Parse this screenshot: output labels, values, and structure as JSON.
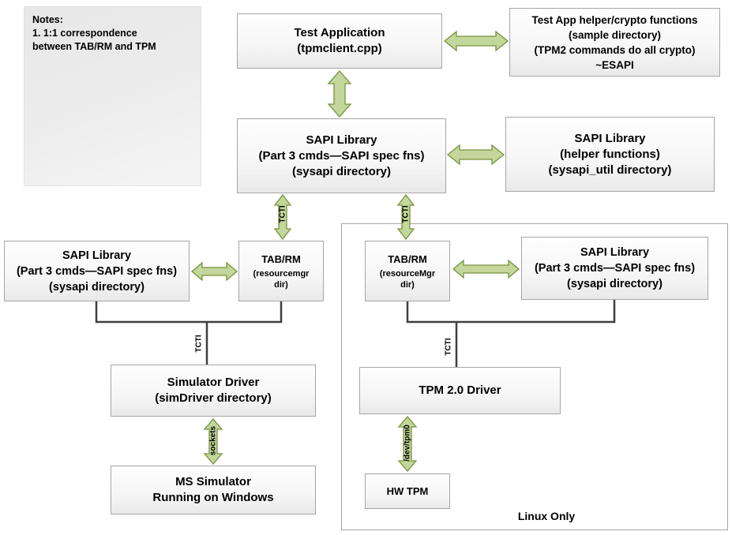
{
  "notes": {
    "title": "Notes:",
    "line1": "1.  1:1 correspondence",
    "line2": "between TAB/RM and TPM"
  },
  "boxes": {
    "test_application": {
      "line1": "Test Application",
      "line2": "(tpmclient.cpp)"
    },
    "test_app_helper": {
      "line1": "Test App helper/crypto functions",
      "line2": "(sample directory)",
      "line3": "(TPM2 commands do all crypto)",
      "line4": "~ESAPI"
    },
    "sapi_center": {
      "line1": "SAPI Library",
      "line2": "(Part 3 cmds—SAPI spec fns)",
      "line3": "(sysapi directory)"
    },
    "sapi_helper": {
      "line1": "SAPI Library",
      "line2": "(helper functions)",
      "line3": "(sysapi_util directory)"
    },
    "sapi_left": {
      "line1": "SAPI Library",
      "line2": "(Part 3 cmds—SAPI spec fns)",
      "line3": "(sysapi directory)"
    },
    "tabrm_left": {
      "line1": "TAB/RM",
      "line2": "(resourcemgr dir)"
    },
    "tabrm_right": {
      "line1": "TAB/RM",
      "line2": "(resourceMgr dir)"
    },
    "sapi_right": {
      "line1": "SAPI Library",
      "line2": "(Part 3 cmds—SAPI spec fns)",
      "line3": "(sysapi directory)"
    },
    "simulator_driver": {
      "line1": "Simulator Driver",
      "line2": "(simDriver directory)"
    },
    "ms_simulator": {
      "line1": "MS Simulator",
      "line2": "Running on Windows"
    },
    "tpm_driver": {
      "line1": "TPM 2.0 Driver"
    },
    "hw_tpm": {
      "line1": "HW TPM"
    },
    "linux_container": {
      "label": "Linux Only"
    }
  },
  "labels": {
    "tcti_arrow_left": "TCTI",
    "tcti_arrow_right": "TCTI",
    "tcti_bracket_left": "TCTI",
    "tcti_bracket_right": "TCTI",
    "sockets": "sockets",
    "dev_tpm0": "/dev/tpm0"
  },
  "colors": {
    "arrow_fill": "#c3d69b",
    "arrow_stroke": "#77933c",
    "box_border": "#a6a6a6",
    "connector": "#3f3f3f"
  }
}
